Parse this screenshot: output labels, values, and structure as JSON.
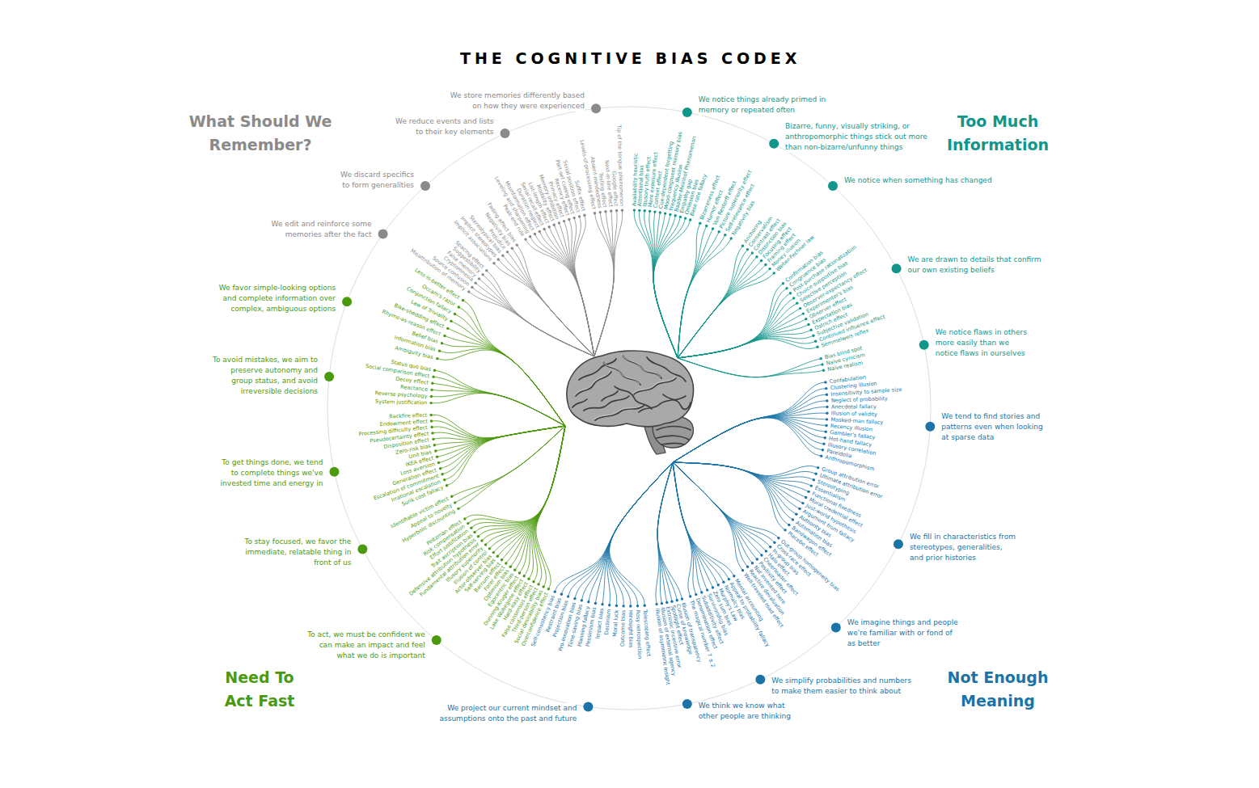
{
  "diagram": {
    "title": "THE COGNITIVE BIAS CODEX",
    "labels": [
      "Too Much Information",
      "We notice things already primed in memory or repeated often",
      "Availability heuristic",
      "Attentional bias",
      "Illusory truth effect",
      "Mere exposure effect",
      "Context effect",
      "Cue-dependent forgetting",
      "Mood-congruent memory bias",
      "Frequency illusion",
      "Baader-Meinhof Phenomenon",
      "Empathy gap",
      "Omission bias",
      "Base rate fallacy",
      "Bizarre, funny, visually striking, or anthropomorphic things stick out more than non-bizarre/unfunny things",
      "Bizarreness effect",
      "Humor effect",
      "Von Restorff effect",
      "Picture superiority effect",
      "Self-relevance effect",
      "Negativity bias",
      "We notice when something has changed",
      "Anchoring",
      "Conservatism",
      "Contrast effect",
      "Distinction bias",
      "Focusing effect",
      "Framing effect",
      "Money illusion",
      "Weber-Fechner law",
      "We are drawn to details that confirm our own existing beliefs",
      "Confirmation bias",
      "Congruence bias",
      "Post-purchase rationalization",
      "Choice-supportive bias",
      "Selective perception",
      "Observer-expectancy effect",
      "Experimenter's bias",
      "Observer effect",
      "Expectation bias",
      "Ostrich effect",
      "Subjective validation",
      "Continued influence effect",
      "Semmelweis reflex",
      "We notice flaws in others more easily than we notice flaws in ourselves",
      "Bias blind spot",
      "Naïve cynicism",
      "Naïve realism",
      "Not Enough Meaning",
      "We tend to find stories and patterns even when looking at sparse data",
      "Confabulation",
      "Clustering illusion",
      "Insensitivity to sample size",
      "Neglect of probability",
      "Anecdotal fallacy",
      "Illusion of validity",
      "Masked-man fallacy",
      "Recency illusion",
      "Gambler's fallacy",
      "Hot-hand fallacy",
      "Illusory correlation",
      "Pareidolia",
      "Anthropomorphism",
      "We fill in characteristics from stereotypes, generalities, and prior histories",
      "Group attribution error",
      "Ultimate attribution error",
      "Stereotyping",
      "Essentialism",
      "Functional fixedness",
      "Moral credential effect",
      "Just-world hypothesis",
      "Argument from fallacy",
      "Authority bias",
      "Automation bias",
      "Bandwagon effect",
      "Placebo effect",
      "We imagine things and people we're familiar with or fond of as better",
      "Out-group homogeneity bias",
      "Cross-race effect",
      "In-group bias",
      "Halo effect",
      "Cheerleader effect",
      "Positivity effect",
      "Not invented here",
      "Reactive devaluation",
      "Well-traveled road effect",
      "We simplify probabilities and numbers to make them easier to think about",
      "Mental accounting",
      "Appeal to probability fallacy",
      "Normalcy bias",
      "Murphy's Law",
      "Zero sum bias",
      "Survivorship bias",
      "Subadditivity effect",
      "Denomination effect",
      "The magical number 7 ± 2",
      "We think we know what other people are thinking",
      "Illusion of transparency",
      "Curse of knowledge",
      "Spotlight effect",
      "Extrinsic incentive error",
      "Illusion of external agency",
      "Illusion of asymmetric insight",
      "We project our current mindset and assumptions onto the past and future",
      "Telescoping effect",
      "Rosy retrospection",
      "Hindsight bias",
      "Outcome bias",
      "Moral luck",
      "Declinism",
      "Impact bias",
      "Pessimism bias",
      "Planning fallacy",
      "Time-saving bias",
      "Pro-innovation bias",
      "Projection bias",
      "Restraint bias",
      "Self-consistency bias",
      "Need To Act Fast",
      "To act, we must be confident we can make an impact and feel what we do is important",
      "Overconfidence effect",
      "Social desirability bias",
      "Third-person effect",
      "False consensus effect",
      "Hard-easy effect",
      "Lake Wobegone effect",
      "Dunning-Kruger effect",
      "Egocentric bias",
      "Optimism bias",
      "Forer effect",
      "Barnum effect",
      "Self-serving bias",
      "Actor-observer bias",
      "Illusion of control",
      "Illusory superiority",
      "Fundamental attribution error",
      "Defensive attribution hypothesis",
      "Trait ascription bias",
      "Effort justification",
      "Risk compensation",
      "Peltzman effect",
      "To stay focused, we favor the immediate, relatable thing in front of us",
      "Hyperbolic discounting",
      "Appeal to novelty",
      "Identifiable victim effect",
      "To get things done, we tend to complete things we've invested time and energy in",
      "Sunk cost fallacy",
      "Irrational escalation",
      "Escalation of commitment",
      "Generation effect",
      "Loss aversion",
      "IKEA effect",
      "Unit bias",
      "Zero-risk bias",
      "Disposition effect",
      "Pseudocertainty effect",
      "Processing difficulty effect",
      "Endowment effect",
      "Backfire effect",
      "To avoid mistakes, we aim to preserve autonomy and group status, and avoid irreversible decisions",
      "System justification",
      "Reverse psychology",
      "Reactance",
      "Decoy effect",
      "Social comparison effect",
      "Status quo bias",
      "We favor simple-looking options and complete information over complex, ambiguous options",
      "Ambiguity bias",
      "Information bias",
      "Belief bias",
      "Rhyme-as-reason effect",
      "Bike-shedding effect",
      "Law of Triviality",
      "Conjunction fallacy",
      "Occam's razor",
      "Less-is-better effect",
      "What Should We Remember?",
      "We edit and reinforce some memories after the fact",
      "Misattribution of memory",
      "Source confusion",
      "Cryptomnesia",
      "False memory",
      "Suggestibility",
      "Spacing effect",
      "We discard specifics to form generalities",
      "Implicit associations",
      "Implicit stereotypes",
      "Stereotypical bias",
      "Prejudice",
      "Negativity bias",
      "Fading affect bias",
      "We reduce events and lists to their key elements",
      "Peak-end rule",
      "Leveling and sharpening",
      "Misinformation effect",
      "Duration neglect",
      "Serial recall effect",
      "List-length effect",
      "Modality effect",
      "Memory inhibition",
      "Primacy effect",
      "Recency effect",
      "Part-set cueing effect",
      "Serial position effect",
      "Suffix effect",
      "We store memories differently based on how they were experienced",
      "Levels-of-processing effect",
      "Absent-mindedness",
      "Testing effect",
      "Next-in-line effect",
      "Google effect",
      "Tip of the tongue phenomenon"
    ]
  }
}
